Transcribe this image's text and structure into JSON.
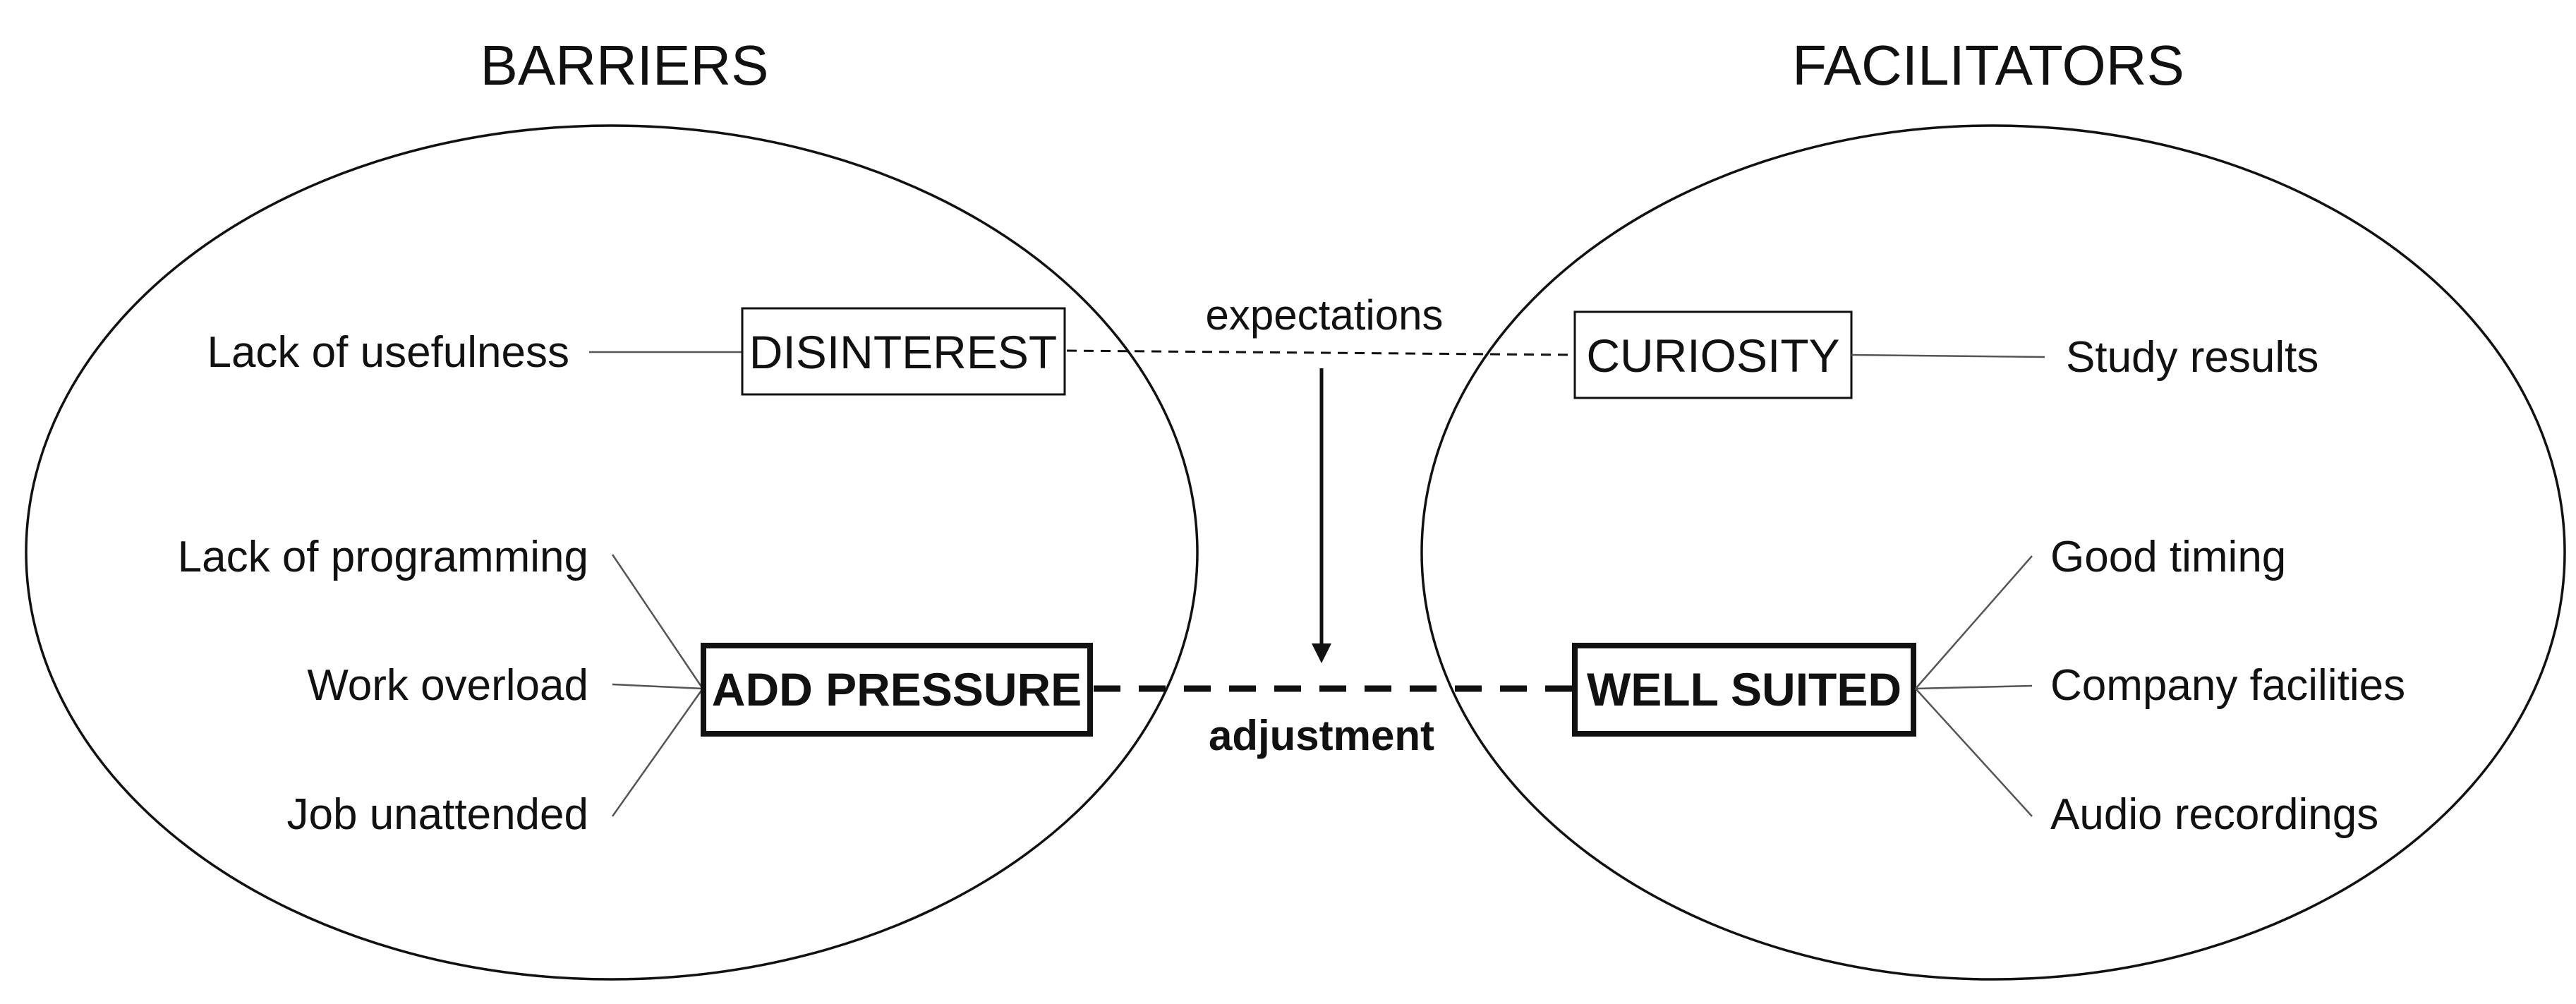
{
  "barriers": {
    "heading": "BARRIERS",
    "top_node": "DISINTEREST",
    "top_factor": "Lack of usefulness",
    "bottom_node": "ADD PRESSURE",
    "bottom_factors": [
      "Lack of programming",
      "Work overload",
      "Job unattended"
    ]
  },
  "facilitators": {
    "heading": "FACILITATORS",
    "top_node": "CURIOSITY",
    "top_factor": "Study results",
    "bottom_node": "WELL SUITED",
    "bottom_factors": [
      "Good timing",
      "Company facilities",
      "Audio recordings"
    ]
  },
  "links": {
    "top": "expectations",
    "bottom": "adjustment"
  }
}
